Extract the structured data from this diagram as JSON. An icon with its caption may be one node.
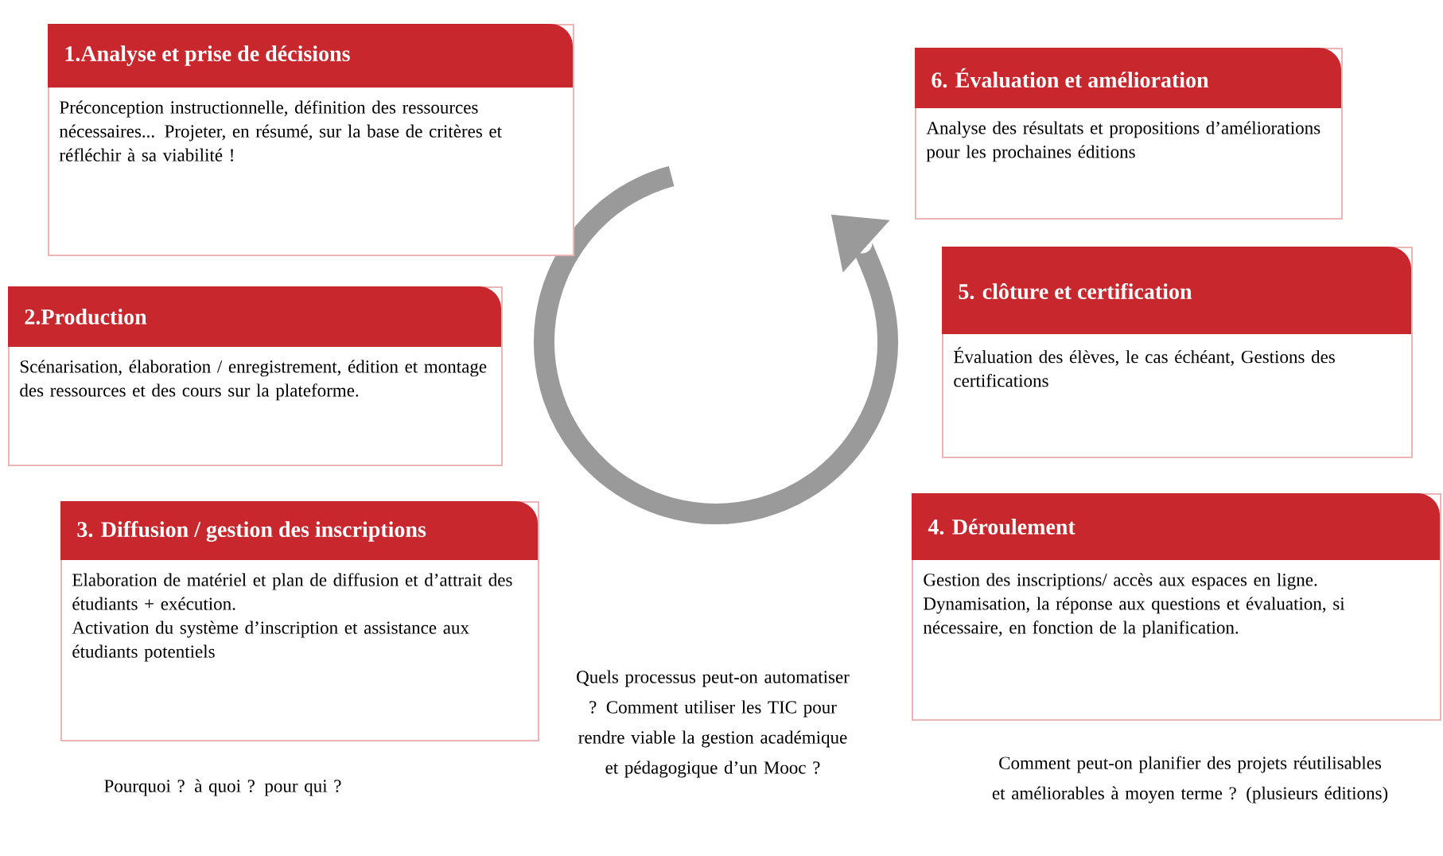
{
  "diagram": {
    "nodes": [
      {
        "text": [
          "1.Analyse et prise de décisions",
          "Préconception instructionnelle, définition des ressources nécessaires... Projeter, en résumé, sur la base de critères et réfléchir à sa viabilité !"
        ]
      },
      {
        "text": [
          "2.Production",
          "Scénarisation, élaboration / enregistrement, édition et montage des ressources et des cours sur la plateforme."
        ]
      },
      {
        "text": [
          "3. Diffusion / gestion des inscriptions",
          "Elaboration de matériel et plan de diffusion et d’attrait des étudiants + exécution.",
          "Activation du système d’inscription et assistance aux étudiants potentiels"
        ]
      },
      {
        "text": [
          "6. Évaluation et amélioration",
          "Analyse des résultats et propositions d’améliorations pour les prochaines éditions"
        ]
      },
      {
        "text": [
          "5. clôture et certification",
          "Évaluation des élèves, le cas échéant, Gestions des certifications"
        ]
      },
      {
        "text": [
          "4. Déroulement",
          "Gestion des inscriptions/ accès aux espaces en ligne. Dynamisation, la réponse aux questions et évaluation, si nécessaire, en fonction de la planification."
        ]
      }
    ],
    "labels": [
      "Pourquoi ? à quoi ? pour qui ?",
      "Quels processus peut-on automatiser ? Comment utiliser les TIC pour rendre viable la gestion académique et pédagogique d’un Mooc ?",
      "Comment peut-on planifier des projets réutilisables et améliorables à moyen terme ? (plusieurs éditions)"
    ]
  }
}
